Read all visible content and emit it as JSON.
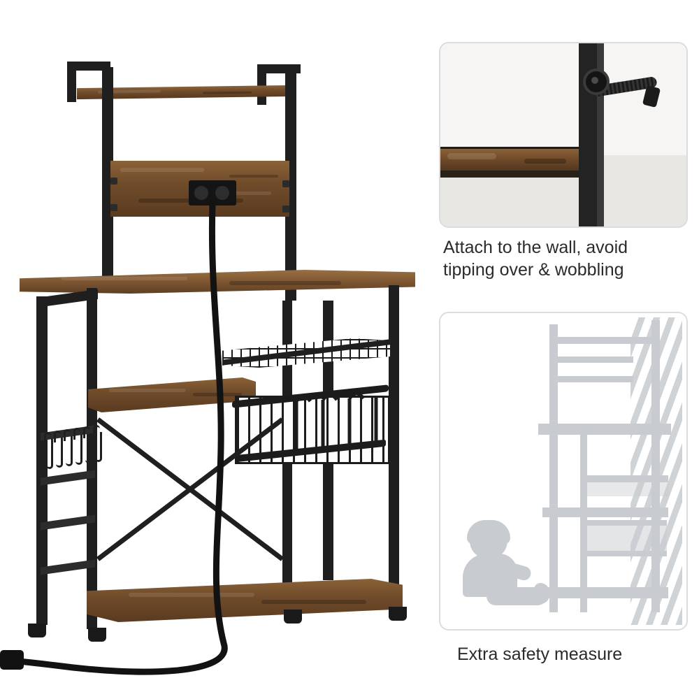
{
  "scene": {
    "title": "Industrial kitchen baker's rack product photo with two feature callout panels",
    "product_name": "Kitchen baker's rack with wire shelves, basket and S-hooks"
  },
  "panels": [
    {
      "id": "wall-mount",
      "name": "wall-anchor-detail",
      "caption": "Attach to the wall, avoid tipping over & wobbling",
      "caption_line1": "Attach to the wall, avoid",
      "caption_line2": "tipping over & wobbling",
      "elements": {
        "strap": "anti-tip strap",
        "post": "black steel upright",
        "shelf": "rustic brown shelf board",
        "wall": "white wall"
      }
    },
    {
      "id": "safety",
      "name": "child-safety-illustration",
      "caption": "Extra safety measure",
      "elements": {
        "child": "seated child silhouette",
        "shelf": "rack silhouette",
        "wall_hatch": "hatched wall pattern"
      }
    }
  ],
  "colors": {
    "wood": "#704c2a",
    "wood_light": "#9a6f42",
    "metal": "#1f1f1f",
    "panel_border": "#d9dde0",
    "silhouette": "#c8ccd0",
    "background": "#ffffff",
    "caption_text": "#2b2b2b"
  },
  "product_parts": {
    "top_rail": "upper hanging rail with wooden bar",
    "backboard": "rustic wood backboard with power outlet",
    "outlet": "black power outlet with cable",
    "top_shelf": "wide wooden top shelf",
    "wire_shelf": "black wire mesh shelf",
    "middle_shelf": "wooden middle shelf",
    "wire_basket": "black wire storage basket",
    "bottom_shelf": "wooden bottom shelf",
    "s_hooks": "six black S-hooks on side rail",
    "side_ladder": "black ladder-style side frame",
    "power_cord": "black power cord hanging to floor",
    "feet": "adjustable black feet"
  }
}
